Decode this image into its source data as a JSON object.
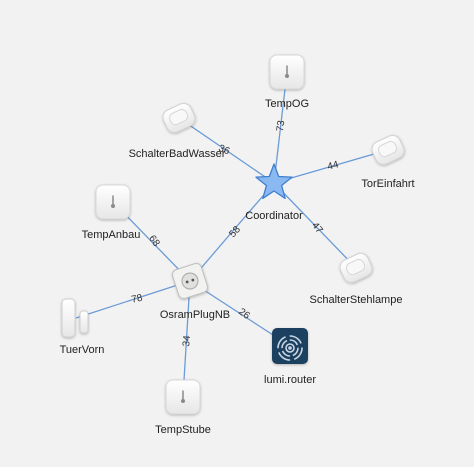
{
  "network_map": {
    "nodes": [
      {
        "id": "coordinator",
        "label": "Coordinator",
        "type": "coordinator",
        "icon": "coordinator-star-icon"
      },
      {
        "id": "tempog",
        "label": "TempOG",
        "type": "temp-sensor",
        "icon": "temperature-sensor-icon"
      },
      {
        "id": "schalterbadwasser",
        "label": "SchalterBadWasser",
        "type": "switch",
        "icon": "wireless-switch-icon"
      },
      {
        "id": "toreinfahrt",
        "label": "TorEinfahrt",
        "type": "switch",
        "icon": "wireless-switch-icon"
      },
      {
        "id": "schalterstehlampe",
        "label": "SchalterStehlampe",
        "type": "switch",
        "icon": "wireless-switch-icon"
      },
      {
        "id": "osramplugnb",
        "label": "OsramPlugNB",
        "type": "plug",
        "icon": "smart-plug-icon"
      },
      {
        "id": "tempanbau",
        "label": "TempAnbau",
        "type": "temp-sensor",
        "icon": "temperature-sensor-icon"
      },
      {
        "id": "tuervorn",
        "label": "TuerVorn",
        "type": "door-sensor",
        "icon": "door-sensor-icon"
      },
      {
        "id": "tempstube",
        "label": "TempStube",
        "type": "temp-sensor",
        "icon": "temperature-sensor-icon"
      },
      {
        "id": "lumirouter",
        "label": "lumi.router",
        "type": "router",
        "icon": "router-icon"
      }
    ],
    "links": [
      {
        "from": "coordinator",
        "to": "tempog",
        "label": "73"
      },
      {
        "from": "coordinator",
        "to": "schalterbadwasser",
        "label": "36"
      },
      {
        "from": "coordinator",
        "to": "toreinfahrt",
        "label": "44"
      },
      {
        "from": "coordinator",
        "to": "schalterstehlampe",
        "label": "47"
      },
      {
        "from": "coordinator",
        "to": "osramplugnb",
        "label": "58"
      },
      {
        "from": "osramplugnb",
        "to": "tempanbau",
        "label": "68"
      },
      {
        "from": "osramplugnb",
        "to": "tuervorn",
        "label": "78"
      },
      {
        "from": "osramplugnb",
        "to": "tempstube",
        "label": "34"
      },
      {
        "from": "osramplugnb",
        "to": "lumirouter",
        "label": "26"
      }
    ],
    "colors": {
      "background": "#f2f2f2",
      "link": "#6b9bd8",
      "coordinator_fill": "#8ab8f0",
      "coordinator_stroke": "#3f7fd0",
      "router_bg": "#1f3f5e",
      "device_white": "#ffffff"
    }
  }
}
